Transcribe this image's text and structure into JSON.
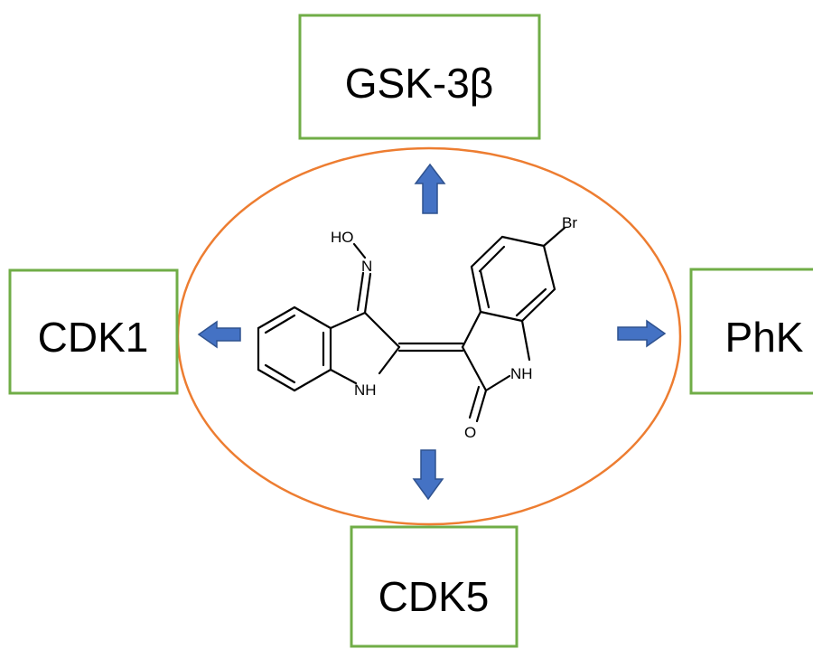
{
  "diagram": {
    "targets": {
      "top": "GSK-3β",
      "left": "CDK1",
      "right": "PhK",
      "bottom": "CDK5"
    },
    "molecule": {
      "atom_labels": {
        "ho": "HO",
        "n_oxime": "N",
        "br": "Br",
        "nh_left": "NH",
        "nh_right": "NH",
        "o_carbonyl": "O"
      }
    },
    "colors": {
      "box_border": "#70ad47",
      "ellipse": "#ed7d31",
      "arrow_fill": "#4472c4",
      "arrow_stroke": "#2f528f",
      "bond": "#000000"
    }
  }
}
